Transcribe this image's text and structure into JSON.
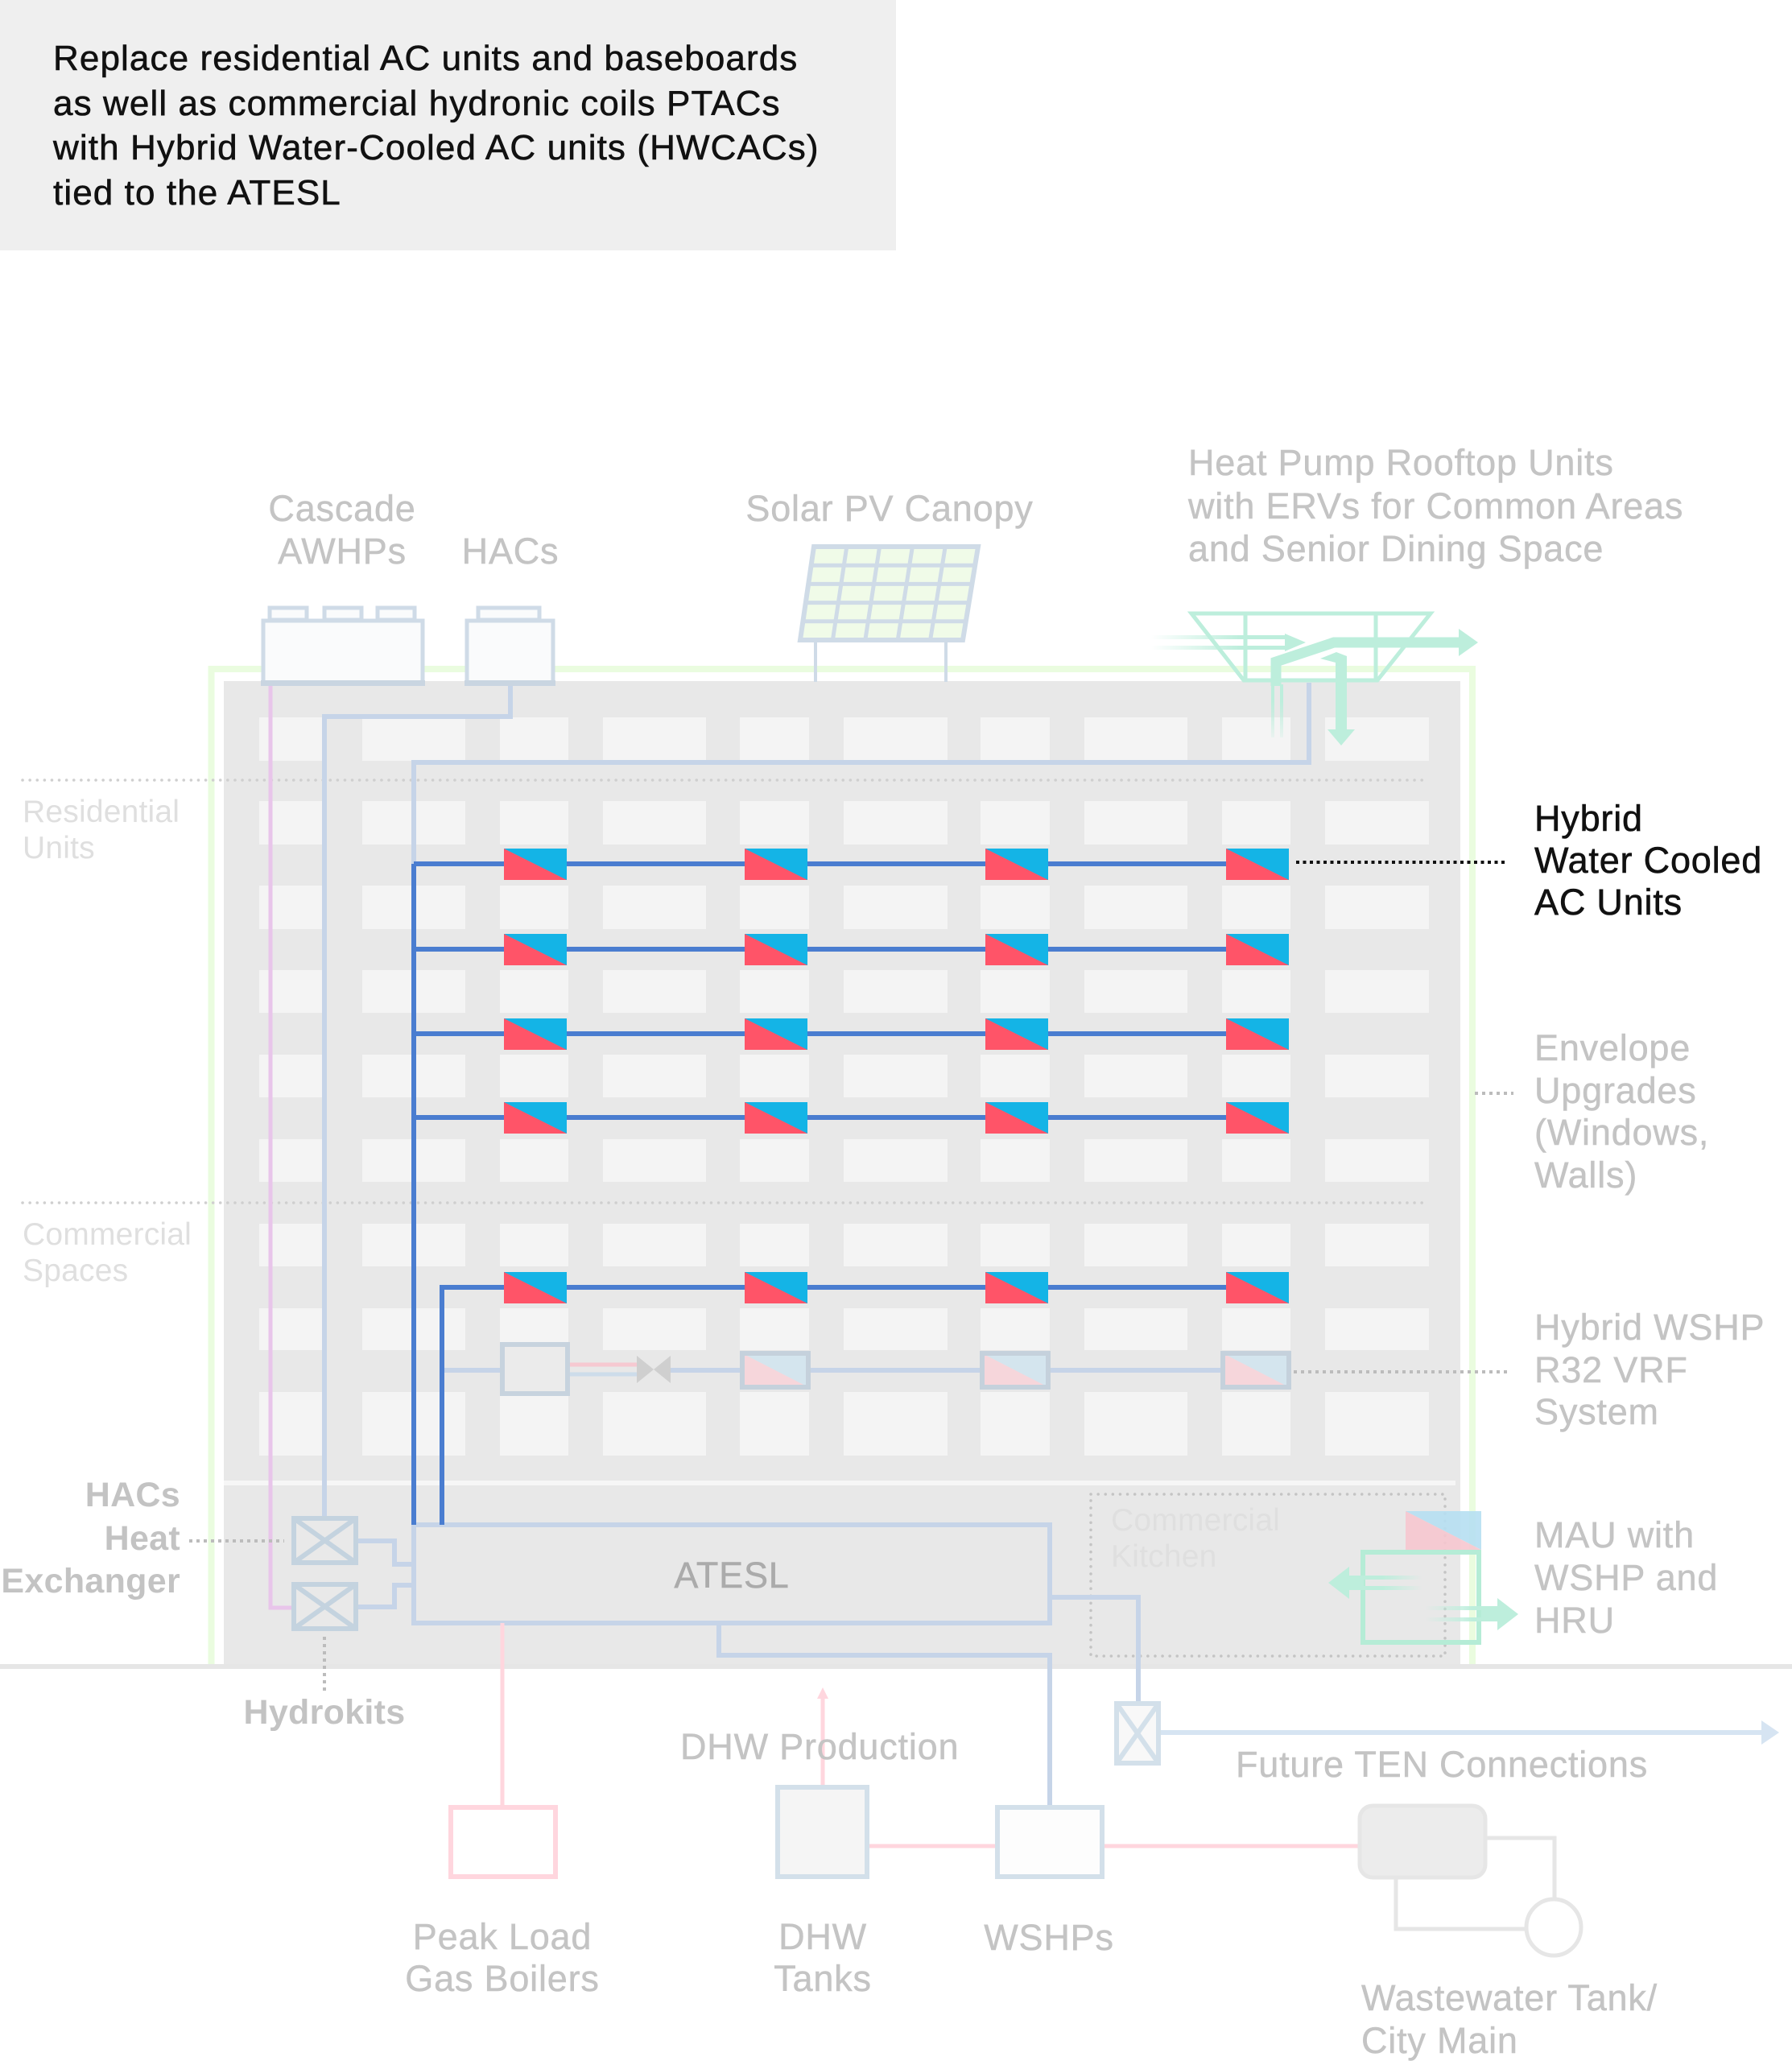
{
  "header": {
    "text": "Replace residential AC units and baseboards\nas well as commercial hydronic coils PTACs\nwith Hybrid Water-Cooled AC units (HWCACs)\ntied to the ATESL"
  },
  "roof": {
    "cascade_awhps": "Cascade\nAWHPs",
    "hacs": "HACs",
    "solar_pv_canopy": "Solar PV Canopy",
    "rooftop_units": "Heat Pump Rooftop Units\nwith ERVs for Common Areas\nand Senior Dining Space"
  },
  "zones": {
    "residential": "Residential\nUnits",
    "commercial": "Commercial\nSpaces",
    "kitchen": "Commercial\nKitchen"
  },
  "callouts": {
    "hwcac": "Hybrid\nWater Cooled\nAC Units",
    "envelope": "Envelope\nUpgrades\n(Windows,\nWalls)",
    "vrf": "Hybrid WSHP\nR32 VRF\nSystem",
    "mau": "MAU with\nWSHP and\nHRU",
    "heat_exchanger": "HACs\nHeat\nExchanger",
    "hydrokits": "Hydrokits"
  },
  "plant": {
    "atesl": "ATESL",
    "peak_boilers": "Peak Load\nGas Boilers",
    "dhw_production": "DHW Production",
    "dhw_tanks": "DHW\nTanks",
    "wshps": "WSHPs",
    "ten_connections": "Future TEN Connections",
    "wastewater": "Wastewater Tank/\nCity Main"
  },
  "colors": {
    "hwcac_heating": "#ff5468",
    "hwcac_cooling": "#14b4e6",
    "active_loop": "#4a7dd0",
    "highlight_text": "#111111",
    "muted_text": "#c4c4c4"
  }
}
